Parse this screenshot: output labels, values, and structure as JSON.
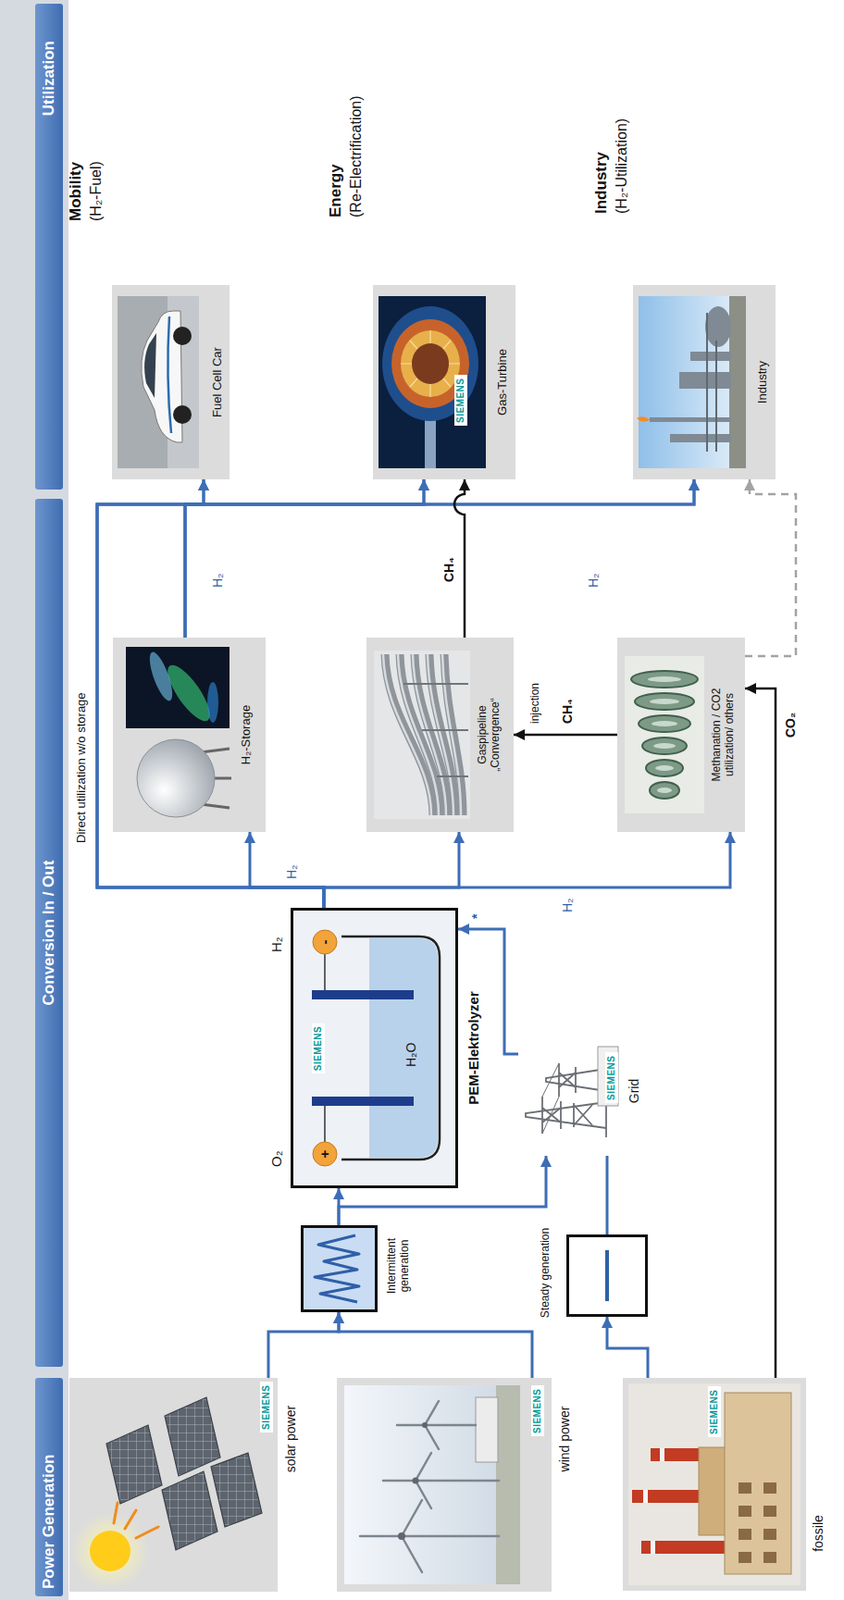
{
  "diagram": {
    "nodes": [
      {
        "text": [
          "Power Generation"
        ]
      },
      {
        "text": [
          "Conversion In / Out"
        ]
      },
      {
        "text": [
          "Utilization"
        ]
      },
      {
        "text": [
          "solar power",
          "SIEMENS"
        ]
      },
      {
        "text": [
          "wind power",
          "SIEMENS"
        ]
      },
      {
        "text": [
          "fossile",
          "SIEMENS"
        ]
      },
      {
        "text": [
          "Intermittent generation"
        ]
      },
      {
        "text": [
          "Steady generation"
        ]
      },
      {
        "text": [
          "PEM-Elektrolyzer",
          "O₂",
          "H₂",
          "SIEMENS",
          "H₂O",
          "+",
          "-"
        ]
      },
      {
        "text": [
          "Grid",
          "SIEMENS"
        ]
      },
      {
        "text": [
          "H₂-Storage"
        ]
      },
      {
        "text": [
          "Gaspipeline „Convergence“"
        ]
      },
      {
        "text": [
          "Methanation / CO2 utilization/ others"
        ]
      },
      {
        "text": [
          "Mobility",
          "(H₂-Fuel)",
          "Fuel Cell Car"
        ]
      },
      {
        "text": [
          "Energy",
          "(Re-Electrification)",
          "Gas-Turbine",
          "SIEMENS"
        ]
      },
      {
        "text": [
          "Industry",
          "(H₂-Utilization)",
          "Industry"
        ]
      }
    ],
    "edges": [
      {
        "from": 3,
        "to": 6,
        "arrow": "to"
      },
      {
        "from": 4,
        "to": 6,
        "arrow": "to"
      },
      {
        "from": 6,
        "to": 8,
        "arrow": "to"
      },
      {
        "from": 6,
        "to": 9,
        "arrow": "to"
      },
      {
        "from": 5,
        "to": 7,
        "arrow": "to"
      },
      {
        "from": 7,
        "to": 9,
        "arrow": "none"
      },
      {
        "from": 8,
        "to": 10,
        "arrow": "to"
      },
      {
        "from": 8,
        "to": 11,
        "arrow": "to"
      },
      {
        "from": 8,
        "to": 12,
        "arrow": "to"
      },
      {
        "from": 8,
        "to": 13,
        "arrow": "to"
      },
      {
        "from": 8,
        "to": 14,
        "arrow": "to"
      },
      {
        "from": 8,
        "to": 15,
        "arrow": "to"
      },
      {
        "from": 10,
        "to": 13,
        "arrow": "to"
      },
      {
        "from": 10,
        "to": 14,
        "arrow": "to"
      },
      {
        "from": 10,
        "to": 15,
        "arrow": "to"
      },
      {
        "from": 12,
        "to": 11,
        "arrow": "to",
        "label": "CH₄"
      },
      {
        "from": 11,
        "to": 14,
        "arrow": "to",
        "label": "CH₄"
      },
      {
        "from": 5,
        "to": 12,
        "arrow": "to",
        "label": "CO₂"
      },
      {
        "from": 12,
        "to": 15,
        "arrow": "to"
      },
      {
        "from": 9,
        "to": 8,
        "arrow": "to",
        "label": "*"
      }
    ],
    "labels": [
      "Direct utilization w/o storage",
      "H₂",
      "H₂",
      "H₂",
      "H₂",
      "injection"
    ]
  }
}
